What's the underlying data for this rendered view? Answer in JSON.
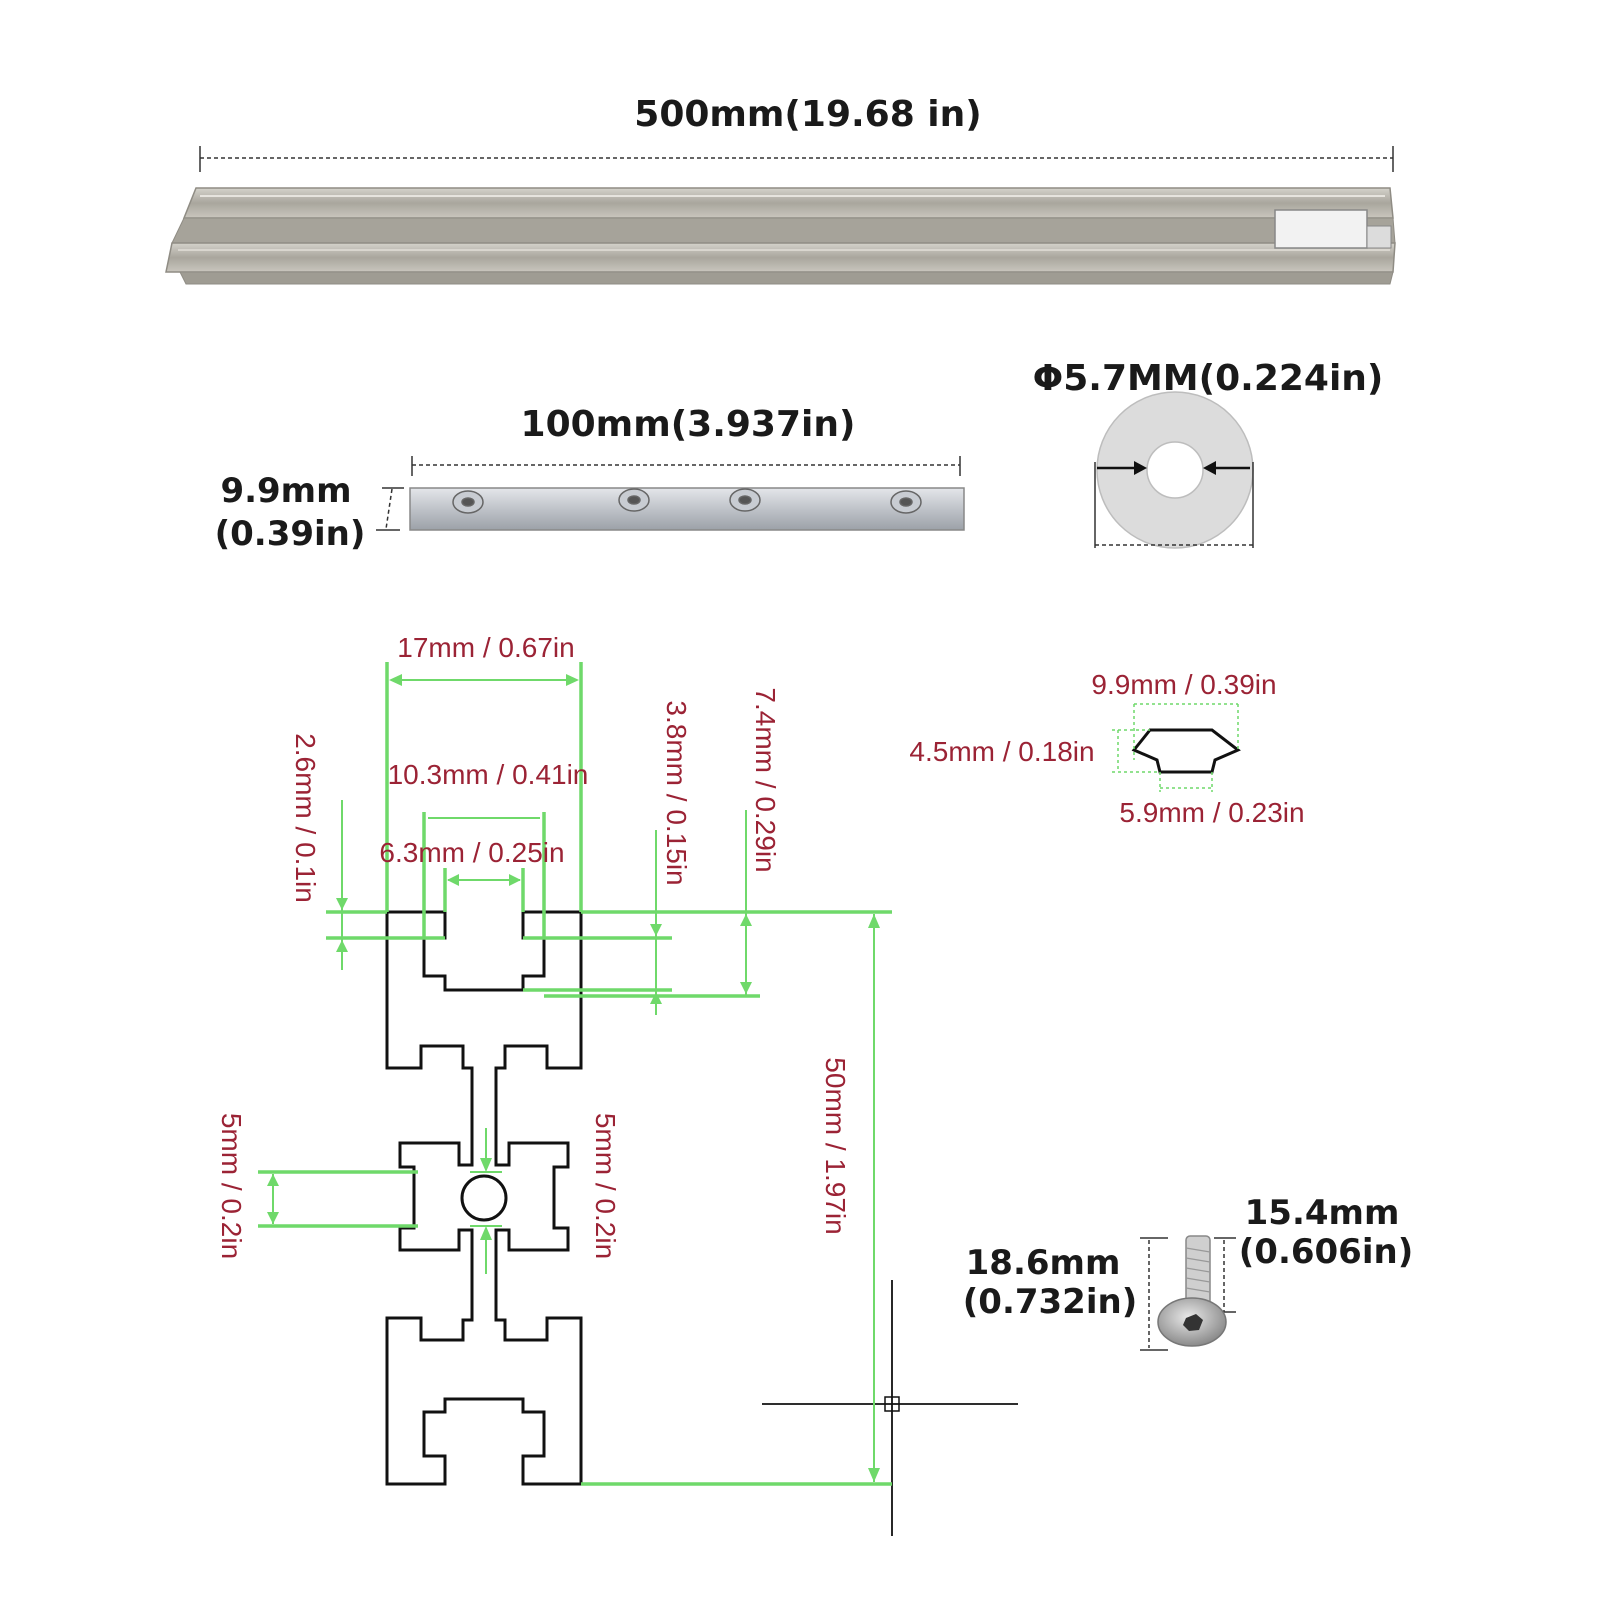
{
  "labels": {
    "rail_length": "500mm(19.68 in)",
    "bar_length": "100mm(3.937in)",
    "bar_thickness_mm": "9.9mm",
    "bar_thickness_in": "(0.39in)",
    "washer_diameter": "Φ5.7MM(0.224in)",
    "width_17": "17mm / 0.67in",
    "width_10_3": "10.3mm / 0.41in",
    "width_6_3": "6.3mm / 0.25in",
    "depth_2_6": "2.6mm / 0.1in",
    "depth_3_8": "3.8mm / 0.15in",
    "depth_7_4": "7.4mm / 0.29in",
    "height_50": "50mm / 1.97in",
    "bore_left": "5mm / 0.2in",
    "bore_right": "5mm / 0.2in",
    "nut_width": "9.9mm / 0.39in",
    "nut_height": "4.5mm / 0.18in",
    "nut_bottom": "5.9mm / 0.23in",
    "screw_length_mm": "18.6mm",
    "screw_length_in": "(0.732in)",
    "screw_shank_mm": "15.4mm",
    "screw_shank_in": "(0.606in)"
  },
  "colors": {
    "dimension_line": "#6fd96a",
    "dimension_text": "#9b2335",
    "profile_line": "#111111",
    "aluminum": "#b9b6ad"
  }
}
